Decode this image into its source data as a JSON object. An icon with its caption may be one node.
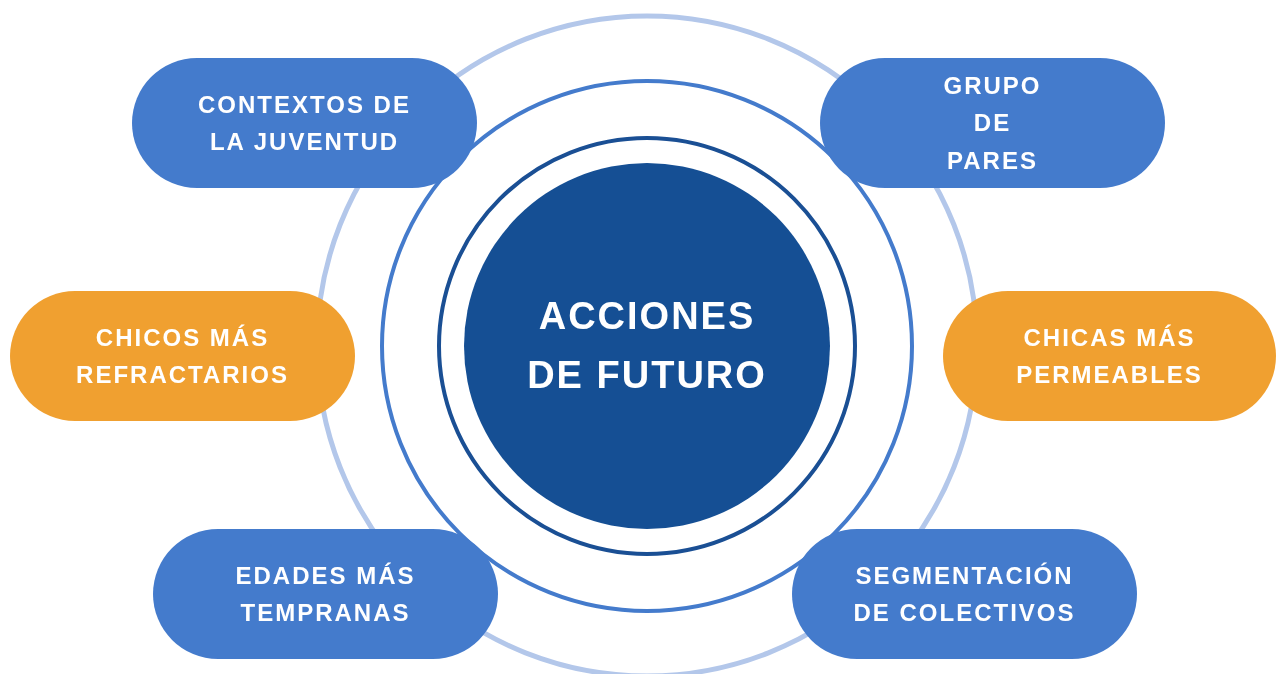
{
  "diagram": {
    "nodes": [
      {
        "text": [
          "ACCIONES DE FUTURO"
        ]
      },
      {
        "text": [
          "CONTEXTOS DE LA JUVENTUD"
        ]
      },
      {
        "text": [
          "GRUPO DE PARES"
        ]
      },
      {
        "text": [
          "CHICOS MÁS REFRACTARIOS"
        ]
      },
      {
        "text": [
          "CHICAS MÁS PERMEABLES"
        ]
      },
      {
        "text": [
          "EDADES MÁS TEMPRANAS"
        ]
      },
      {
        "text": [
          "SEGMENTACIÓN DE COLECTIVOS"
        ]
      }
    ]
  }
}
